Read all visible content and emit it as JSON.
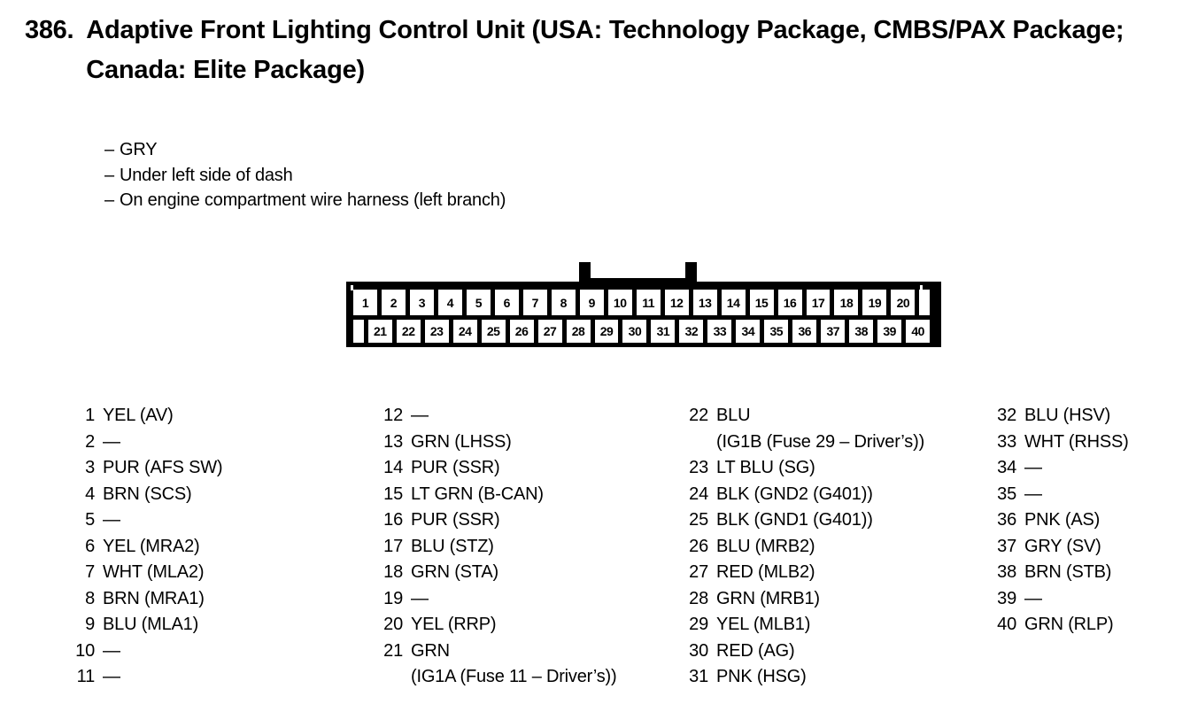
{
  "heading": {
    "number": "386.",
    "title": "Adaptive Front Lighting Control Unit (USA: Technology Package, CMBS/PAX Package; Canada: Elite Package)"
  },
  "notes": [
    "GRY",
    "Under left side of dash",
    "On engine compartment wire harness (left branch)"
  ],
  "notes_bullet": "–",
  "connector": {
    "top_row": [
      "1",
      "2",
      "3",
      "4",
      "5",
      "6",
      "7",
      "8",
      "9",
      "10",
      "11",
      "12",
      "13",
      "14",
      "15",
      "16",
      "17",
      "18",
      "19",
      "20"
    ],
    "bottom_row": [
      "21",
      "22",
      "23",
      "24",
      "25",
      "26",
      "27",
      "28",
      "29",
      "30",
      "31",
      "32",
      "33",
      "34",
      "35",
      "36",
      "37",
      "38",
      "39",
      "40"
    ],
    "body_color": "#000000",
    "cell_color": "#ffffff"
  },
  "dash": "—",
  "pin_columns": [
    {
      "id": "col-1",
      "entries": [
        {
          "no": "1",
          "desc": "YEL (AV)"
        },
        {
          "no": "2",
          "desc": "—"
        },
        {
          "no": "3",
          "desc": "PUR (AFS SW)"
        },
        {
          "no": "4",
          "desc": "BRN (SCS)"
        },
        {
          "no": "5",
          "desc": "—"
        },
        {
          "no": "6",
          "desc": "YEL (MRA2)"
        },
        {
          "no": "7",
          "desc": "WHT (MLA2)"
        },
        {
          "no": "8",
          "desc": "BRN (MRA1)"
        },
        {
          "no": "9",
          "desc": "BLU (MLA1)"
        },
        {
          "no": "10",
          "desc": "—"
        },
        {
          "no": "11",
          "desc": "—"
        }
      ]
    },
    {
      "id": "col-2",
      "entries": [
        {
          "no": "12",
          "desc": "—"
        },
        {
          "no": "13",
          "desc": "GRN (LHSS)"
        },
        {
          "no": "14",
          "desc": "PUR (SSR)"
        },
        {
          "no": "15",
          "desc": "LT GRN (B-CAN)"
        },
        {
          "no": "16",
          "desc": "PUR (SSR)"
        },
        {
          "no": "17",
          "desc": "BLU (STZ)"
        },
        {
          "no": "18",
          "desc": "GRN (STA)"
        },
        {
          "no": "19",
          "desc": "—"
        },
        {
          "no": "20",
          "desc": "YEL (RRP)"
        },
        {
          "no": "21",
          "desc": "GRN",
          "cont": "(IG1A (Fuse 11 – Driver’s))"
        }
      ]
    },
    {
      "id": "col-3",
      "entries": [
        {
          "no": "22",
          "desc": "BLU",
          "cont": "(IG1B (Fuse 29 – Driver’s))"
        },
        {
          "no": "23",
          "desc": "LT BLU (SG)"
        },
        {
          "no": "24",
          "desc": "BLK (GND2 (G401))"
        },
        {
          "no": "25",
          "desc": "BLK (GND1 (G401))"
        },
        {
          "no": "26",
          "desc": "BLU (MRB2)"
        },
        {
          "no": "27",
          "desc": "RED (MLB2)"
        },
        {
          "no": "28",
          "desc": "GRN (MRB1)"
        },
        {
          "no": "29",
          "desc": "YEL (MLB1)"
        },
        {
          "no": "30",
          "desc": "RED (AG)"
        },
        {
          "no": "31",
          "desc": "PNK (HSG)"
        }
      ]
    },
    {
      "id": "col-4",
      "entries": [
        {
          "no": "32",
          "desc": "BLU (HSV)"
        },
        {
          "no": "33",
          "desc": "WHT (RHSS)"
        },
        {
          "no": "34",
          "desc": "—"
        },
        {
          "no": "35",
          "desc": "—"
        },
        {
          "no": "36",
          "desc": "PNK (AS)"
        },
        {
          "no": "37",
          "desc": "GRY (SV)"
        },
        {
          "no": "38",
          "desc": "BRN (STB)"
        },
        {
          "no": "39",
          "desc": "—"
        },
        {
          "no": "40",
          "desc": "GRN (RLP)"
        }
      ]
    }
  ]
}
